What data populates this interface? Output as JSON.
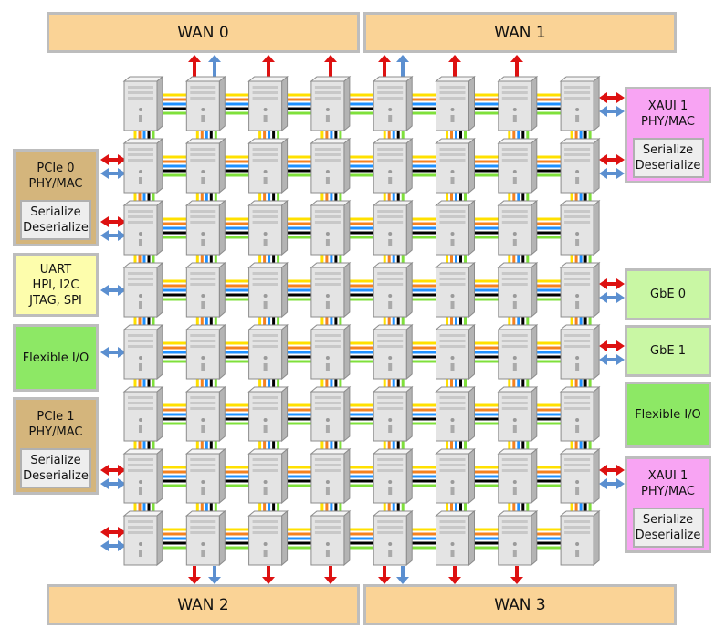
{
  "wan": {
    "wan0": "WAN 0",
    "wan1": "WAN 1",
    "wan2": "WAN 2",
    "wan3": "WAN 3"
  },
  "left": {
    "pcie0": {
      "title": "PCIe 0",
      "subtitle": "PHY/MAC",
      "serdes_top": "Serialize",
      "serdes_bottom": "Deserialize"
    },
    "uart": {
      "line1": "UART",
      "line2": "HPI, I2C",
      "line3": "JTAG, SPI"
    },
    "flexible_io": "Flexible I/O",
    "pcie1": {
      "title": "PCIe 1",
      "subtitle": "PHY/MAC",
      "serdes_top": "Serialize",
      "serdes_bottom": "Deserialize"
    }
  },
  "right": {
    "xaui_top": {
      "title": "XAUI 1",
      "subtitle": "PHY/MAC",
      "serdes_top": "Serialize",
      "serdes_bottom": "Deserialize"
    },
    "gbe0": "GbE 0",
    "gbe1": "GbE 1",
    "flexible_io": "Flexible I/O",
    "xaui_bottom": {
      "title": "XAUI 1",
      "subtitle": "PHY/MAC",
      "serdes_top": "Serialize",
      "serdes_bottom": "Deserialize"
    }
  },
  "mesh": {
    "rows": 8,
    "cols": 8,
    "link_colors": [
      "#ffe000",
      "#f5821f",
      "#1e90ff",
      "#000000",
      "#7fe03b"
    ]
  },
  "colors": {
    "arrow_red": "#dd1111",
    "arrow_blue": "#5b8fd0",
    "tower_body": "#e4e4e4",
    "tower_shade": "#b4b4b4"
  }
}
